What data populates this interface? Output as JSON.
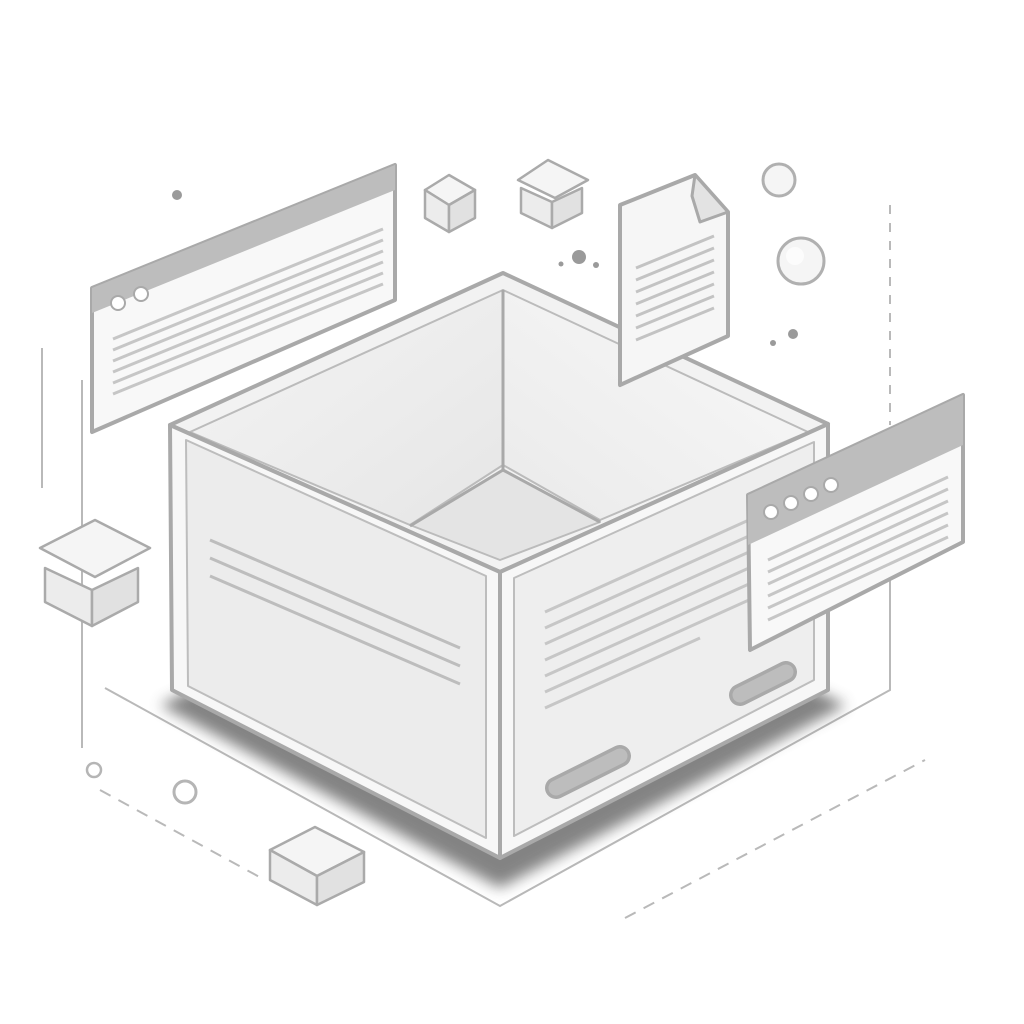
{
  "illustration": {
    "subject": "empty-open-box",
    "style": "isometric-line-art",
    "palette": {
      "background": "#ffffff",
      "outline": "#aaaaaa",
      "outline_dark": "#999999",
      "face_light": "#f7f7f7",
      "face_mid": "#eeeeee",
      "face_dark": "#e2e2e2",
      "bar": "#bdbdbd",
      "text_line": "#c6c6c6",
      "shadow": "#6e6e6e",
      "guide": "#b5b5b5"
    },
    "icons": [
      "open-box-icon",
      "browser-window-icon",
      "document-icon",
      "small-box-icon",
      "bubble-icon"
    ],
    "floating_panels": [
      {
        "kind": "browser-window",
        "dots": 2
      },
      {
        "kind": "browser-window",
        "dots": 4
      },
      {
        "kind": "document",
        "folded_corner": true
      }
    ],
    "small_boxes": 4
  }
}
